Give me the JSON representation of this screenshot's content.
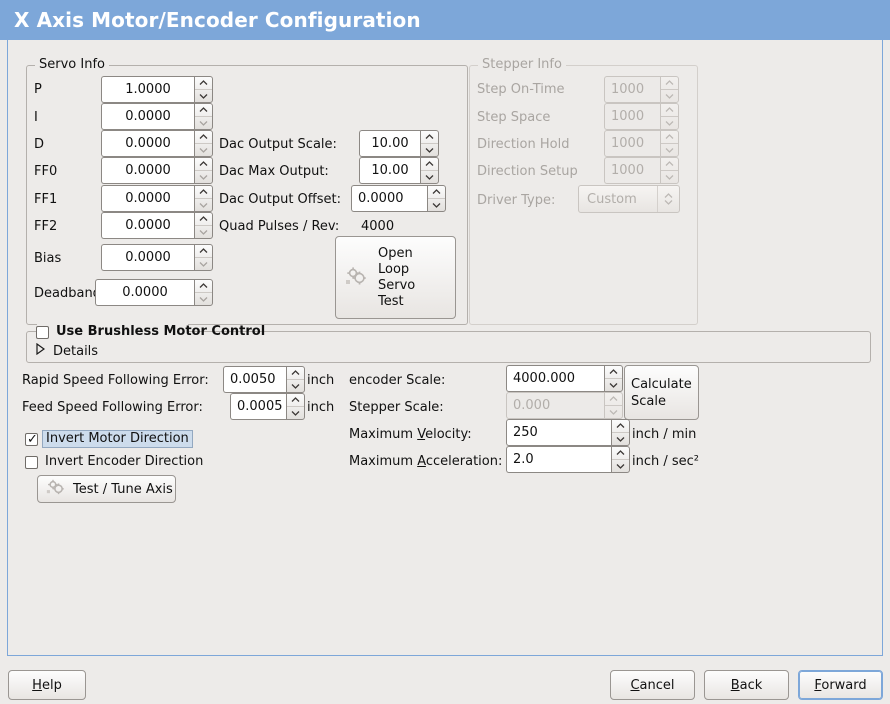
{
  "window": {
    "title": "X Axis Motor/Encoder Configuration",
    "titlebar_color": "#7da7d9",
    "background_color": "#edebe9"
  },
  "servo_info": {
    "legend": "Servo Info",
    "rows": [
      {
        "label": "P",
        "value": "1.0000"
      },
      {
        "label": "I",
        "value": "0.0000"
      },
      {
        "label": "D",
        "value": "0.0000"
      },
      {
        "label": "FF0",
        "value": "0.0000"
      },
      {
        "label": "FF1",
        "value": "0.0000"
      },
      {
        "label": "FF2",
        "value": "0.0000"
      },
      {
        "label": "Bias",
        "value": "0.0000"
      },
      {
        "label": "Deadband",
        "value": "0.0000"
      }
    ],
    "dac": [
      {
        "label": "Dac Output Scale:",
        "value": "10.00"
      },
      {
        "label": "Dac Max Output:",
        "value": "10.00"
      },
      {
        "label": "Dac Output Offset:",
        "value": "0.0000"
      }
    ],
    "quad_pulses_label": "Quad Pulses / Rev:",
    "quad_pulses_value": "4000",
    "open_loop_button": [
      "Open",
      "Loop",
      "Servo",
      "Test"
    ]
  },
  "stepper_info": {
    "legend": "Stepper Info",
    "enabled": false,
    "rows": [
      {
        "label": "Step On-Time",
        "value": "1000"
      },
      {
        "label": "Step Space",
        "value": "1000"
      },
      {
        "label": "Direction Hold",
        "value": "1000"
      },
      {
        "label": "Direction Setup",
        "value": "1000"
      }
    ],
    "driver_type_label": "Driver Type:",
    "driver_type_value": "Custom"
  },
  "brushless": {
    "checkbox_label": "Use Brushless Motor Control",
    "checked": false,
    "details_label": "Details",
    "details_expanded": false
  },
  "tuning": {
    "rapid_error_label": "Rapid Speed Following Error:",
    "rapid_error_value": "0.0050",
    "rapid_error_unit": "inch",
    "feed_error_label": "Feed Speed Following Error:",
    "feed_error_value": "0.0005",
    "feed_error_unit": "inch",
    "invert_motor_label": "Invert Motor Direction",
    "invert_motor_checked": true,
    "invert_encoder_label": "Invert Encoder Direction",
    "invert_encoder_checked": false,
    "test_tune_label": "Test / Tune Axis"
  },
  "scales": {
    "encoder_scale_label": "encoder Scale:",
    "encoder_scale_value": "4000.000",
    "stepper_scale_label": "Stepper Scale:",
    "stepper_scale_value": "0.000",
    "stepper_scale_enabled": false,
    "calculate_scale_button": [
      "Calculate",
      "Scale"
    ],
    "max_velocity_label_pre": "Maximum ",
    "max_velocity_label_key": "V",
    "max_velocity_label_post": "elocity:",
    "max_velocity_value": "250",
    "max_velocity_unit": "inch / min",
    "max_accel_label_pre": "Maximum ",
    "max_accel_label_key": "A",
    "max_accel_label_post": "cceleration:",
    "max_accel_value": "2.0",
    "max_accel_unit": "inch / sec²"
  },
  "footer": {
    "help_key": "H",
    "help_post": "elp",
    "cancel_pre": "C",
    "cancel_post": "ancel",
    "back_pre": "B",
    "back_post": "ack",
    "forward_pre": "F",
    "forward_post": "orward",
    "forward_focused": true
  }
}
